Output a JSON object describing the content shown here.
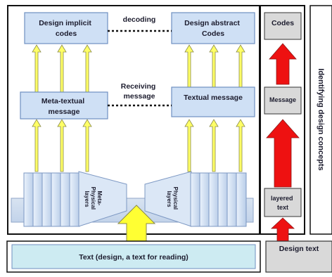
{
  "diagram": {
    "boxes": {
      "design_implicit": [
        "Design implicit",
        "codes"
      ],
      "design_abstract": [
        "Design abstract",
        "Codes"
      ],
      "meta_textual": [
        "Meta-textual",
        "message"
      ],
      "textual_message": [
        "Textual message"
      ],
      "text_reading": "Text (design, a text for reading)",
      "codes": "Codes",
      "message": "Message",
      "layered_text": [
        "layered",
        "text"
      ],
      "design_text": "Design text",
      "identifying": "Identifying design concepts"
    },
    "labels": {
      "decoding": "decoding",
      "receiving": [
        "Receiving",
        "message"
      ],
      "meta_physical": [
        "Meta-",
        "Physical",
        "layers"
      ],
      "physical": [
        "Physical",
        "layers"
      ]
    },
    "colors": {
      "box_fill": "#cfe0f5",
      "box_border": "#6f8fc0",
      "yellow_arrow": "#ffff66",
      "red_arrow": "#ee1111",
      "gray_box": "#d9d9d9",
      "text_bar": "#cdebf2"
    }
  }
}
